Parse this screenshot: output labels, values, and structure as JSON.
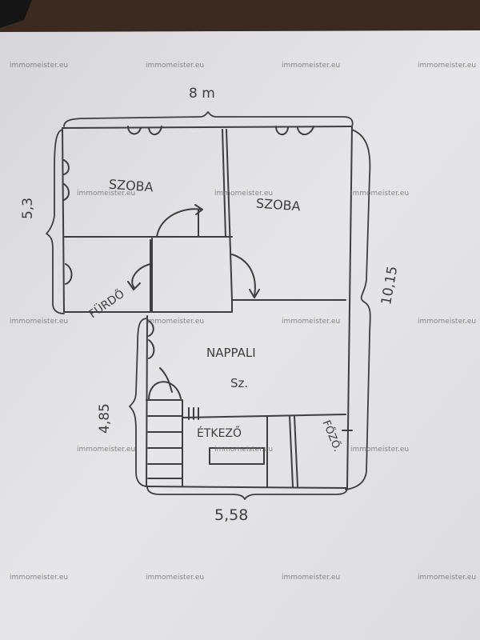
{
  "plan": {
    "top_dimension": "8 m",
    "left_dimension": "5,3",
    "right_dimension": "10,15",
    "lower_left_dimension": "4,85",
    "bottom_dimension": "5,58",
    "room_szoba_left": "SZOBA",
    "room_szoba_right": "SZOBA",
    "room_furdo": "FÜRDŐ",
    "room_nappali": "NAPPALI",
    "room_nappali_sub": "Sz.",
    "room_etkezo": "ÉTKEZŐ",
    "room_fozo": "FŐZŐ."
  },
  "watermark": {
    "text": "immomeister.eu"
  },
  "colors": {
    "background": "#3a2a20",
    "paper": "#e6e6e8",
    "pencil": "#3d3d42"
  }
}
